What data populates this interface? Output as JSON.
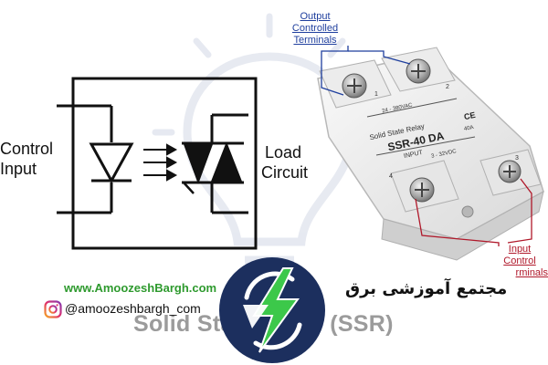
{
  "diagram": {
    "control_input_label_line1": "Control",
    "control_input_label_line2": "Input",
    "load_circuit_label_line1": "Load",
    "load_circuit_label_line2": "Circuit"
  },
  "relay_photo": {
    "top_label_line1": "Output",
    "top_label_line2": "Controlled",
    "top_label_line3": "Terminals",
    "bottom_label_line1": "Input",
    "bottom_label_line2": "Control",
    "bottom_label_line3": "rminals",
    "body_line1": "Solid State Relay",
    "body_model": "SSR-40 DA",
    "body_input": "INPUT",
    "body_voltage_ac": "24 - 380VAC",
    "body_voltage_dc": "3 - 32VDC",
    "body_current": "40A",
    "body_ce": "CE",
    "terminal_1": "1",
    "terminal_2": "2",
    "terminal_3": "3",
    "terminal_4": "4"
  },
  "watermark": {
    "website": "www.AmoozeshBargh.com",
    "instagram": "@amoozeshbargh_com",
    "persian_brand": "مجتمع آموزشی برق"
  },
  "caption": {
    "title": "Solid State Relay (SSR)"
  },
  "colors": {
    "blue_callout": "#1f3f9e",
    "red_callout": "#b0182a",
    "website_green": "#2e9a2e",
    "logo_navy": "#1c2f5e",
    "logo_green": "#3cc84a"
  }
}
